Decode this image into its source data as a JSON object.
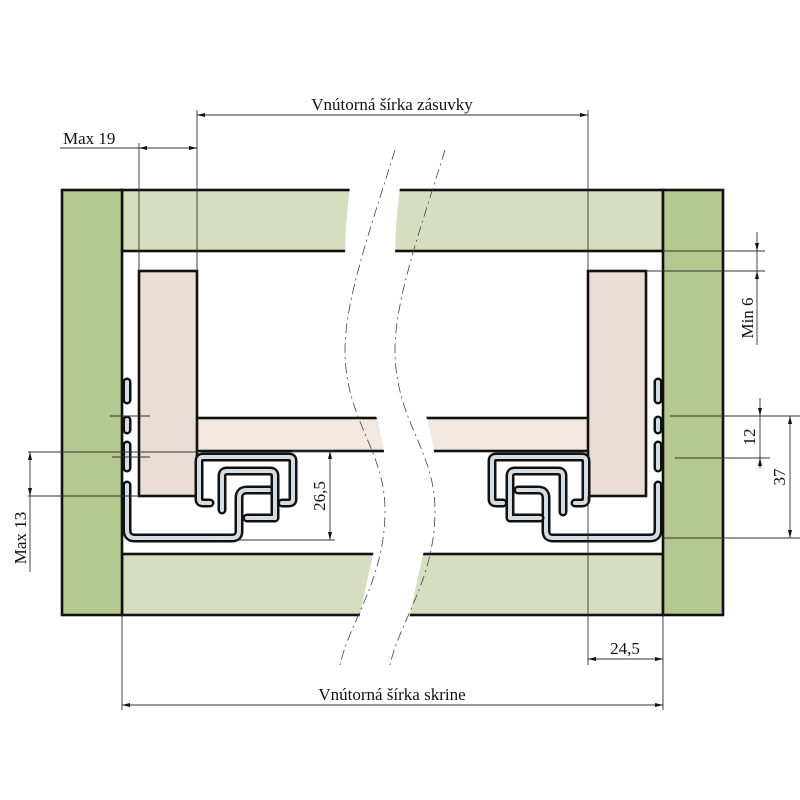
{
  "title": "Drawer slide installation cross-section",
  "colors": {
    "cabinet_side": "#b5c890",
    "cabinet_panel": "#d5deBF",
    "drawer_wood": "#eaddd6",
    "drawer_bottom": "#f3e8e1",
    "rail_steel": "#d3dde5",
    "outline": "#111111",
    "background": "#ffffff"
  },
  "labels": {
    "drawer_inner_width": "Vnútorná šírka zásuvky",
    "cabinet_inner_width": "Vnútorná šírka skrine",
    "max_19": "Max 19",
    "max_13": "Max 13",
    "min_6": "Min 6",
    "dim_12": "12",
    "dim_37": "37",
    "dim_26_5": "26,5",
    "dim_24_5": "24,5"
  },
  "components": [
    {
      "name": "left-cabinet-side",
      "label": "Cabinet side panel (left)"
    },
    {
      "name": "right-cabinet-side",
      "label": "Cabinet side panel (right)"
    },
    {
      "name": "top-panel",
      "label": "Cabinet top panel"
    },
    {
      "name": "bottom-panel",
      "label": "Cabinet bottom panel"
    },
    {
      "name": "left-drawer-side",
      "label": "Drawer side (left)"
    },
    {
      "name": "right-drawer-side",
      "label": "Drawer side (right)"
    },
    {
      "name": "drawer-bottom",
      "label": "Drawer bottom"
    },
    {
      "name": "left-runner",
      "label": "Ball-bearing runner (left)"
    },
    {
      "name": "right-runner",
      "label": "Ball-bearing runner (right)"
    },
    {
      "name": "break-line",
      "label": "Wavy break line"
    }
  ]
}
